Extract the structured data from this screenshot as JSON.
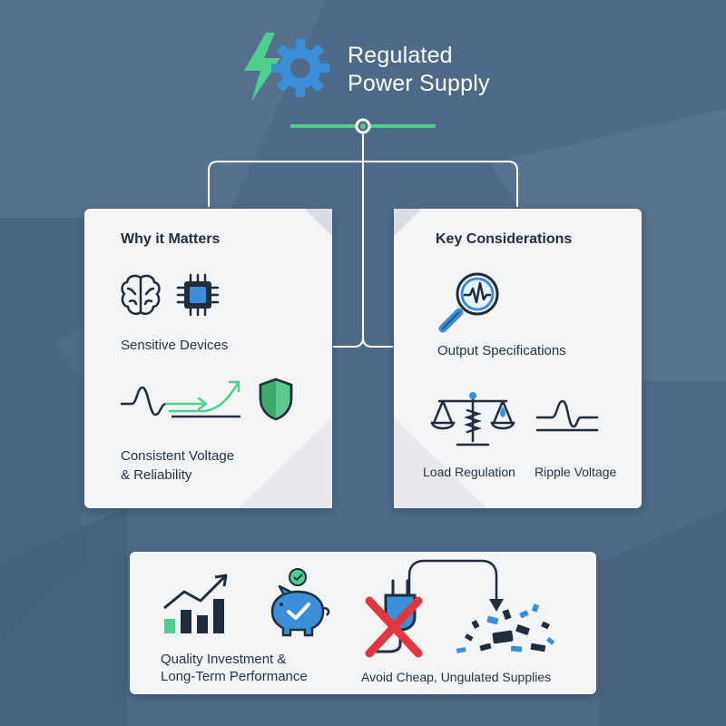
{
  "header": {
    "title_line1": "Regulated",
    "title_line2": "Power Supply"
  },
  "why_card": {
    "title": "Why it Matters",
    "sensitive_label": "Sensitive Devices",
    "consistent_label_line1": "Consistent Voltage",
    "consistent_label_line2": "& Reliability"
  },
  "key_card": {
    "title": "Key Considerations",
    "output_label": "Output Specifications",
    "load_label": "Load Regulation",
    "ripple_label": "Ripple Voltage"
  },
  "bottom_card": {
    "quality_label_line1": "Quality Investment &",
    "quality_label_line2": "Long-Term Performance",
    "avoid_label": "Avoid Cheap, Ungulated Supplies"
  },
  "colors": {
    "background": "#4f6a88",
    "accent_green": "#4fcf8f",
    "accent_blue": "#3b8fd8",
    "warning_red": "#e0383e",
    "dark_navy": "#1f2d3d"
  },
  "icons": {
    "logo": [
      "lightning-bolt-icon",
      "gear-icon"
    ],
    "why_card": [
      "brain-icon",
      "microchip-icon",
      "wave-arrows-icon",
      "shield-icon"
    ],
    "key_card": [
      "magnifier-waveform-icon",
      "balance-scale-icon",
      "ripple-wave-icon"
    ],
    "bottom_card": [
      "growth-chart-icon",
      "piggy-bank-icon",
      "crossed-plug-icon",
      "broken-parts-icon"
    ]
  }
}
